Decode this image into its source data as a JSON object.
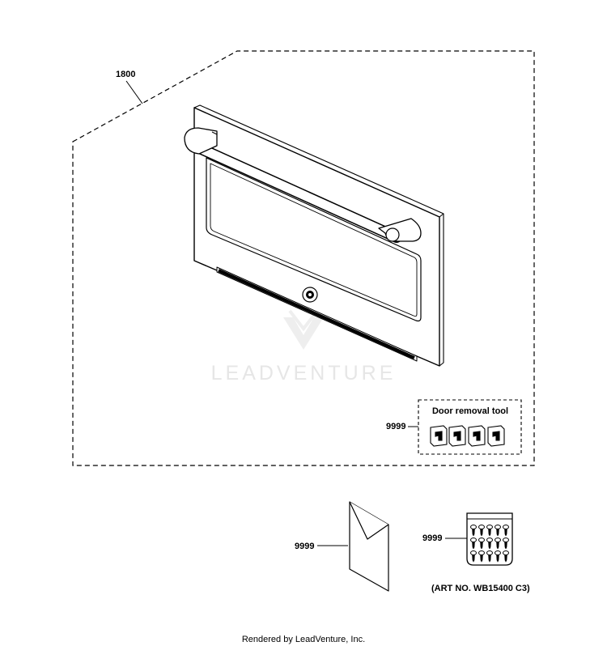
{
  "assembly": {
    "part_number": "1800"
  },
  "door_removal_tool": {
    "title": "Door removal tool",
    "part_number": "9999"
  },
  "literature": {
    "part_number": "9999"
  },
  "screw_kit": {
    "part_number": "9999",
    "art_no": "(ART NO. WB15400 C3)"
  },
  "watermark": {
    "text": "LEADVENTURE"
  },
  "footer": {
    "text": "Rendered by LeadVenture, Inc."
  }
}
